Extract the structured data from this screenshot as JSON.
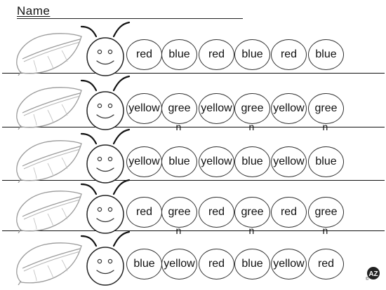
{
  "header": {
    "name_label": "Name"
  },
  "rows": [
    {
      "segments": [
        "red",
        "blue",
        "red",
        "blue",
        "red",
        "blue"
      ]
    },
    {
      "segments": [
        "yellow",
        "gree",
        "yellow",
        "gree",
        "yellow",
        "gree"
      ]
    },
    {
      "segments": [
        "yellow",
        "blue",
        "yellow",
        "blue",
        "yellow",
        "blue"
      ]
    },
    {
      "segments": [
        "red",
        "gree",
        "red",
        "gree",
        "red",
        "gree"
      ]
    },
    {
      "segments": [
        "blue",
        "yellow",
        "red",
        "blue",
        "yellow",
        "red"
      ]
    }
  ],
  "overflow_letter": "n",
  "logo": {
    "name": "az-logo-icon",
    "text": "AZ"
  }
}
